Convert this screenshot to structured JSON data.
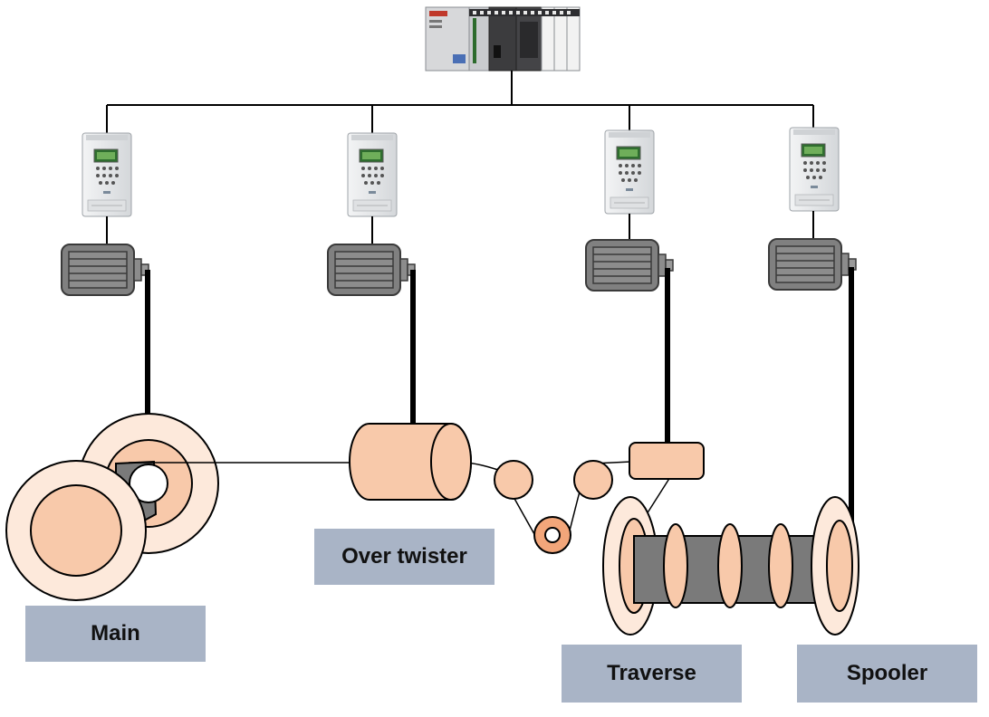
{
  "labels": {
    "main": "Main",
    "over_twister": "Over twister",
    "traverse": "Traverse",
    "spooler": "Spooler"
  },
  "colors": {
    "peach": "#f8c9aa",
    "peach_light": "#fde9db",
    "roller": "#f2a67a",
    "motor_gray": "#808080",
    "drum_gray": "#7a7a7a",
    "label_bg": "#a9b4c6",
    "drive_body": "#e6e8ea",
    "drive_display": "#3c7a3c"
  },
  "icons": [
    "plc-controller-icon",
    "inverter-drive-icon",
    "electric-motor-icon"
  ]
}
